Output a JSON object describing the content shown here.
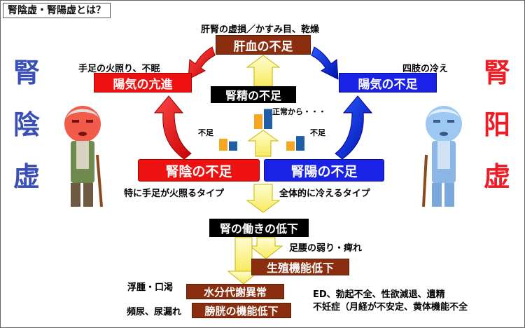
{
  "title": "腎陰虚・腎陽虚とは？",
  "left_vertical": {
    "chars": [
      "腎",
      "陰",
      "虚"
    ],
    "color": "#3a4fb8"
  },
  "right_vertical": {
    "chars": [
      "腎",
      "阳",
      "虚"
    ],
    "color": "#ee1c25"
  },
  "boxes": {
    "kanketsu": "肝血の不足",
    "yoki_kou": "陽気の亢進",
    "yoki_fusoku": "陽気の不足",
    "jinsei": "腎精の不足",
    "jinin": "腎陰の不足",
    "jinyou": "腎陽の不足",
    "hataraki": "腎の働きの低下",
    "seishoku": "生殖機能低下",
    "suibun": "水分代謝異常",
    "boukou": "膀胱の機能低下"
  },
  "captions": {
    "top": "肝腎の虚損／かすみ目、乾燥",
    "left_top": "手足の火照り、不眠",
    "right_top": "四肢の冷え",
    "normal": "正常から・・・",
    "fusoku_left": "不足",
    "fusoku_right": "不足",
    "type_left": "特に手足が火照るタイプ",
    "type_right": "全体的に冷えるタイプ",
    "koshi": "足腰の弱り・痺れ",
    "fushu": "浮腫・口渇",
    "hinnyo": "頻尿、尿漏れ",
    "ed": "ED、勃起不全、性欲減退、遺精",
    "funin": "不妊症（月経が不安定、黄体機能不全"
  },
  "colors": {
    "red": "#ee1111",
    "blue": "#1a22e8",
    "brown": "#8b2e0f",
    "yellow": "#fff8a0",
    "orange": "#f5a623",
    "bar_blue": "#1f5fa8"
  },
  "bar_groups": [
    {
      "label": "正常から・・・",
      "values": [
        0.55,
        0.75
      ]
    },
    {
      "label": "不足",
      "values": [
        0.45,
        0.35
      ]
    },
    {
      "label": "不足",
      "values": [
        0.35,
        0.55
      ]
    }
  ]
}
